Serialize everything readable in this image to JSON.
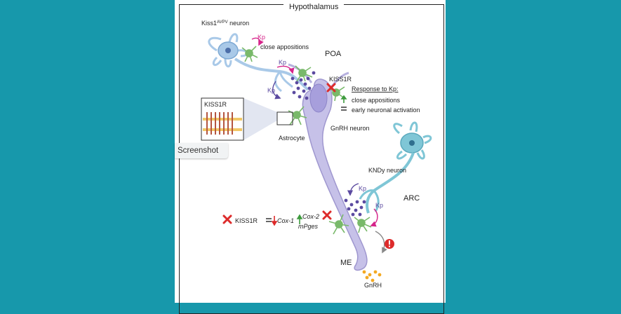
{
  "frame": {
    "title": "Hypothalamus"
  },
  "labels": {
    "kiss1_avpv": "Kiss1",
    "kiss1_avpv_sup": "AVPV",
    "kiss1_avpv_tail": " neuron",
    "close_appositions": "close appositions",
    "poa": "POA",
    "kp": "Kp",
    "kiss1r": "KISS1R",
    "kiss1r_inset": "KISS1R",
    "response_title": "Response to Kp:",
    "response_item1": "close appositions",
    "response_item2": "early neuronal activation",
    "astrocyte": "Astrocyte",
    "gnrh_neuron": "GnRH neuron",
    "kndy_neuron": "KNDy neuron",
    "arc": "ARC",
    "me": "ME",
    "gnrh": "GnRH",
    "cox1": "Cox-1",
    "cox2": "Cox-2",
    "mpges": "mPges"
  },
  "overlay": {
    "screenshot_label": "Screenshot"
  },
  "colors": {
    "background": "#1798ab",
    "gnrh_neuron": "#b7b1df",
    "kiss_neuron": "#a9c9e8",
    "kndy_neuron": "#7fc6d6",
    "astrocyte": "#79b96a",
    "kp_arrow": "#d6248a",
    "red_x": "#dd2b2b"
  }
}
